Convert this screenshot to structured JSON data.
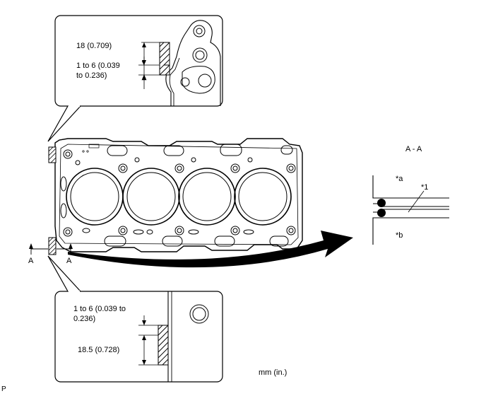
{
  "top_detail": {
    "height_label": "18 (0.709)",
    "width_label_line1": "1 to 6 (0.039",
    "width_label_line2": "to 0.236)"
  },
  "bottom_detail": {
    "width_label_line1": "1 to 6 (0.039 to",
    "width_label_line2": "0.236)",
    "height_label": "18.5 (0.728)"
  },
  "section_view": {
    "title": "A - A",
    "callout_a": "*a",
    "callout_1": "*1",
    "callout_b": "*b"
  },
  "section_markers": {
    "left": "A",
    "right": "A"
  },
  "units_label": "mm (in.)",
  "corner_code": "P"
}
